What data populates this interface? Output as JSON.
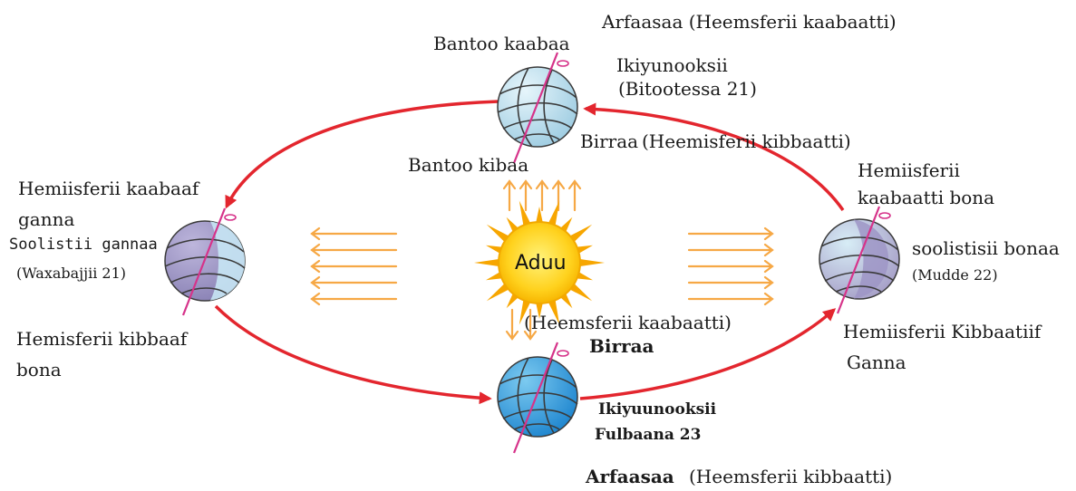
{
  "sun": {
    "label": "Aduu"
  },
  "top": {
    "north_season": "Arfaasaa (Heemsferii kaabaatti)",
    "north_pole": "Bantoo kaabaa",
    "equinox_name": "Ikiyunooksii",
    "equinox_date": "(Bitootessa 21)",
    "south_season_word": "Birraa",
    "south_season_hemi": "(Heemisferii kibbaatti)",
    "south_pole": "Bantoo kibaa"
  },
  "left": {
    "north_hemi_1": "Hemiisferii kaabaaf",
    "north_hemi_2": "ganna",
    "solstice_name": "Soolistii gannaa",
    "solstice_date": "(Waxabajjii 21)",
    "south_hemi_1": "Hemisferii kibbaaf",
    "south_hemi_2": "bona"
  },
  "right": {
    "north_hemi_1": "Hemiisferii",
    "north_hemi_2": "kaabaatti bona",
    "solstice_name": "soolistisii bonaa",
    "solstice_date": "(Mudde 22)",
    "south_hemi_1": "Hemiisferii Kibbaatiif",
    "south_hemi_2": "Ganna"
  },
  "bottom": {
    "north_season_hemi": "(Heemsferii kaabaatti)",
    "north_season_word": "Birraa",
    "equinox_name": "Ikiyuunooksii",
    "equinox_date": "Fulbaana 23",
    "south_season_word": "Arfaasaa",
    "south_season_hemi": "(Heemsferii kibbaatti)"
  },
  "colors": {
    "orbit": "#e3262e",
    "sun_core": "#ffd21e",
    "sun_rays": "#f7a600",
    "light_arrows": "#f6a845",
    "globe_light": "#bfe2f2",
    "globe_dark": "#9d95c6",
    "globe_bottom": "#3aa3df",
    "axis": "#d6338a"
  }
}
